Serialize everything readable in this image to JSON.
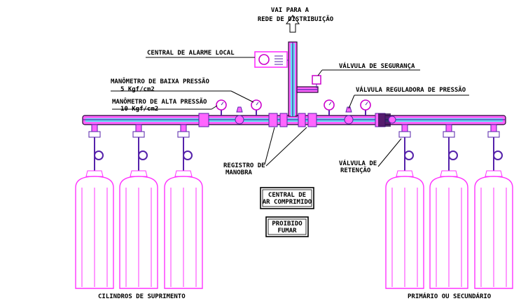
{
  "labels": {
    "distribution_line1": "VAI PARA A",
    "distribution_line2": "REDE DE DISTRIBUIÇÃO",
    "alarm": "CENTRAL DE ALARME LOCAL",
    "safety_valve": "VÁLVULA DE SEGURANÇA",
    "low_gauge_line1": "MANÔMETRO DE BAIXA PRESSÃO",
    "low_gauge_line2": "5 Kgf/cm2",
    "high_gauge_line1": "MANÔMETRO DE ALTA PRESSÃO",
    "high_gauge_line2": "10 Kgf/cm2",
    "regulator_valve": "VÁLVULA REGULADORA DE PRESSÃO",
    "registro_line1": "REGISTRO DE",
    "registro_line2": "MANOBRA",
    "check_valve_line1": "VÁLVULA DE",
    "check_valve_line2": "RETENÇÃO",
    "supply_cylinders": "CILINDROS DE SUPRIMENTO",
    "primary_secondary": "PRIMÁRIO OU SECUNDÁRIO"
  },
  "signs": {
    "compressed_air_line1": "CENTRAL DE",
    "compressed_air_line2": "AR COMPRIMIDO",
    "no_smoking_line1": "PROIBIDO",
    "no_smoking_line2": "FUMAR"
  },
  "colors": {
    "equipment": "#ff33ff",
    "pipe_core": "#5ee6f2",
    "pipe_outline": "#5522aa",
    "text": "#000000"
  }
}
